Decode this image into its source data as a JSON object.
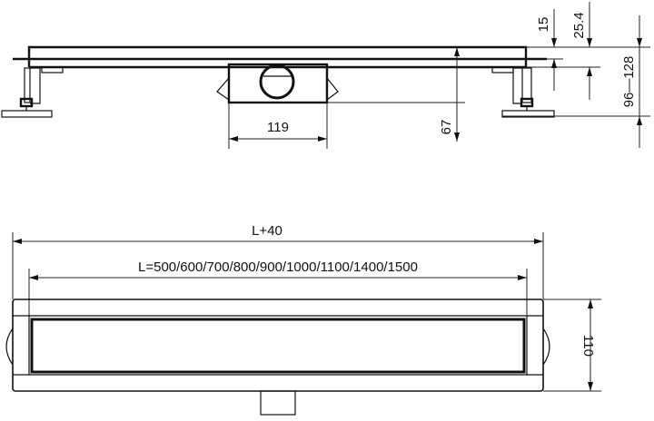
{
  "side_view": {
    "dim_width_outlet": "119",
    "dim_outlet_depth": "67",
    "dim_grate_height": "15",
    "dim_frame_height": "25.4",
    "dim_adjustable_height": "96—128"
  },
  "top_view": {
    "dim_total_length": "L+40",
    "dim_length_options": "L=500/600/700/800/900/1000/1100/1400/1500",
    "dim_width": "110"
  },
  "colors": {
    "line": "#111111",
    "background": "#ffffff"
  }
}
